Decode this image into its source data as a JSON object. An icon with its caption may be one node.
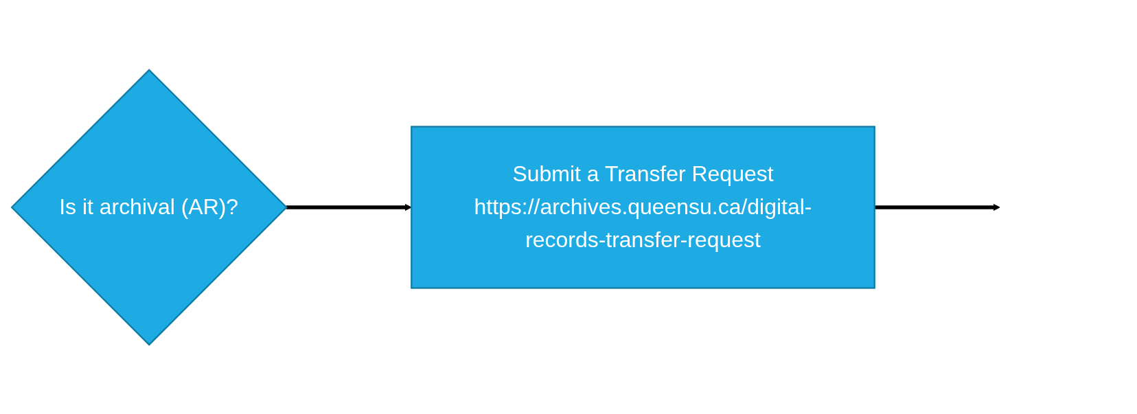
{
  "diagram": {
    "nodes": [
      {
        "text": [
          "Is it archival (AR)?"
        ]
      },
      {
        "text": [
          "Submit a Transfer Request",
          "https://archives.queensu.ca/digital-records-transfer-request"
        ]
      }
    ],
    "edges": [
      {
        "from": 0,
        "to": 1,
        "arrow": "to"
      },
      {
        "from": 1,
        "to": null,
        "arrow": "to"
      }
    ]
  }
}
